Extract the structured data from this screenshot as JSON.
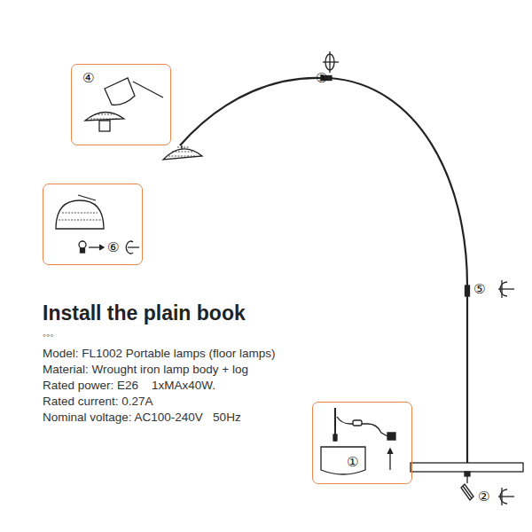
{
  "diagram": {
    "title": "Install the plain book",
    "nodes": [
      {
        "text": [
          "④"
        ]
      },
      {
        "text": [
          "⑥"
        ]
      },
      {
        "text": [
          "①"
        ]
      }
    ],
    "labels": [
      "③",
      "⑤",
      "②",
      "◦◦◦",
      "Model: FL1002 Portable lamps (floor lamps)",
      "Material: Wrought iron lamp body + log",
      "Rated power: E26    1xMAx40W.",
      "Rated current: 0.27A",
      "Nominal voltage: AC100-240V   50Hz"
    ]
  }
}
